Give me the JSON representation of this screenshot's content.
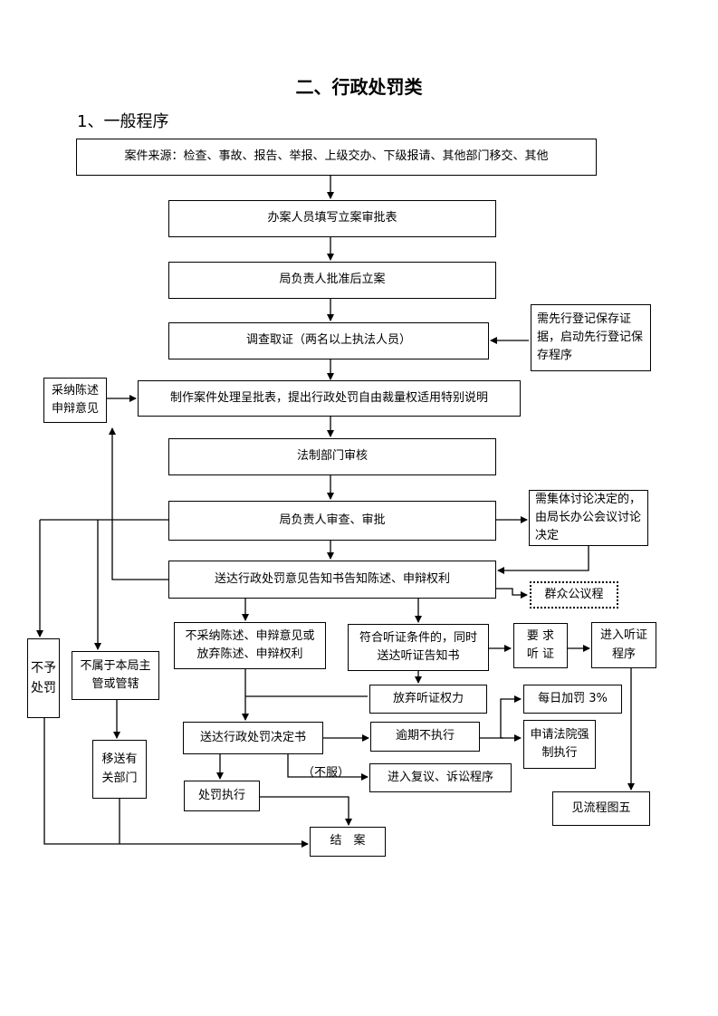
{
  "title": "二、行政处罚类",
  "subtitle": "1、一般程序",
  "nodes": {
    "case_source": "案件来源：检查、事故、报告、举报、上级交办、下级报请、其他部门移交、其他",
    "fill_form": "办案人员填写立案审批表",
    "approve_filing": "局负责人批准后立案",
    "investigate": "调查取证（两名以上执法人员）",
    "preserve_evidence": "需先行登记保存证据，启动先行登记保存程序",
    "accept_statement": "采纳陈述申辩意见",
    "make_report": "制作案件处理呈批表，提出行政处罚自由裁量权适用特别说明",
    "legal_review": "法制部门审核",
    "leader_review": "局负责人审查、审批",
    "collective_discussion": "需集体讨论决定的，由局长办公会议讨论决定",
    "deliver_notice": "送达行政处罚意见告知书告知陈述、申辩权利",
    "public_hearing": "群众公议程",
    "not_accept": "不采纳陈述、申辩意见或放弃陈述、申辩权利",
    "hearing_condition": "符合听证条件的，同时送达听证告知书",
    "request_hearing": "要 求 听 证",
    "enter_hearing": "进入听证程序",
    "no_punish": "不予处罚",
    "not_jurisdiction": "不属于本局主管或管辖",
    "waive_hearing": "放弃听证权力",
    "deliver_decision": "送达行政处罚决定书",
    "overdue": "逾期不执行",
    "daily_fine": "每日加罚 3%",
    "court_enforce": "申请法院强制执行",
    "see_chart5": "见流程图五",
    "transfer": "移送有关部门",
    "review_litigation": "进入复议、诉讼程序",
    "execute": "处罚执行",
    "close_case": "结　案"
  },
  "labels": {
    "disagree": "（不服）"
  }
}
